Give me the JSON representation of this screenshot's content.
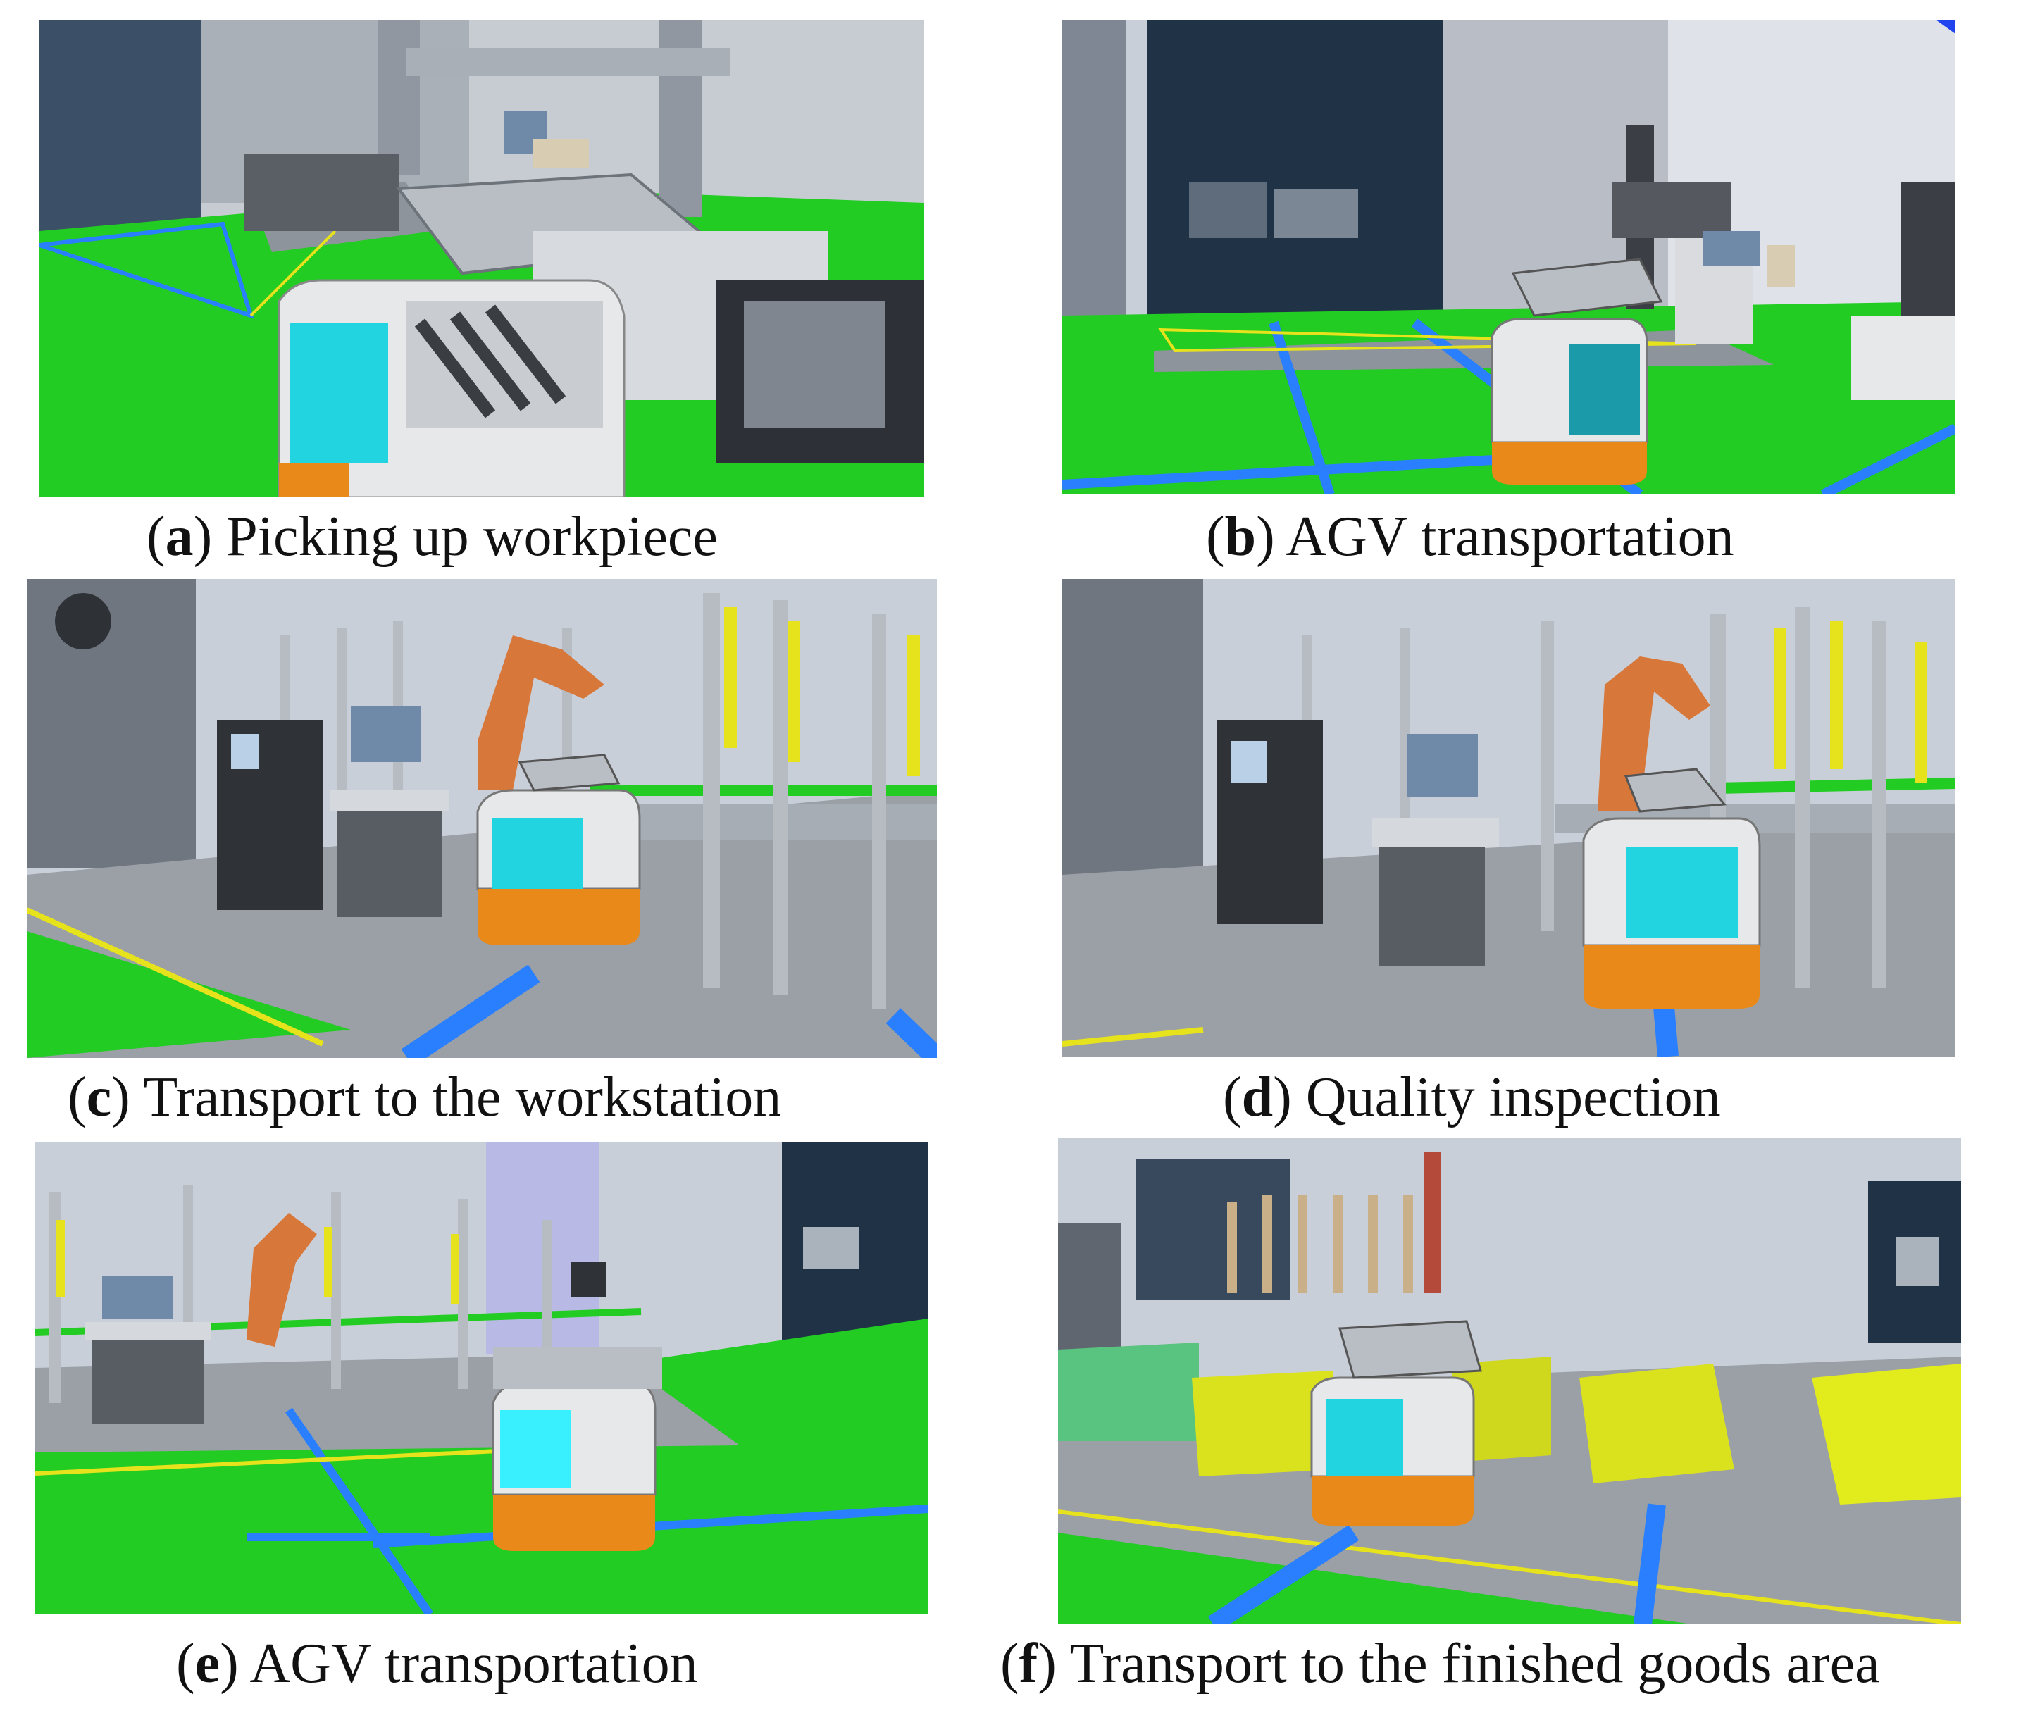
{
  "figure": {
    "panels": [
      {
        "letter": "a",
        "caption": "Picking up workpiece"
      },
      {
        "letter": "b",
        "caption": "AGV transportation"
      },
      {
        "letter": "c",
        "caption": "Transport to the workstation"
      },
      {
        "letter": "d",
        "caption": "Quality inspection"
      },
      {
        "letter": "e",
        "caption": "AGV transportation"
      },
      {
        "letter": "f",
        "caption": "Transport to the finished goods area"
      }
    ]
  },
  "colors": {
    "floor_green": "#22cc22",
    "floor_grey": "#9aa0a6",
    "lane_blue": "#2a7fff",
    "agv_cyan": "#22d3e0",
    "agv_orange": "#e8891a",
    "robot_orange": "#d8773a",
    "pallet_yellow": "#d4e01c",
    "wall_navy": "#203246"
  }
}
